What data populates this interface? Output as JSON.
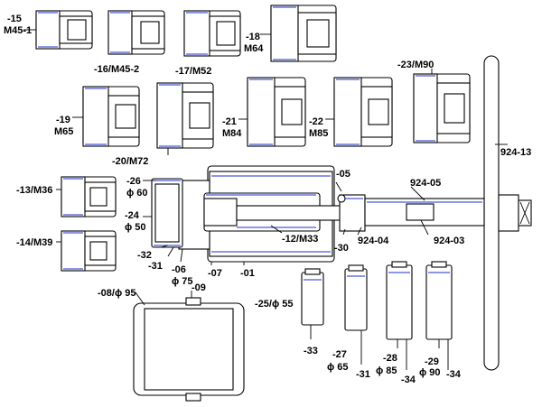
{
  "labels": {
    "p15_a": "-15",
    "p15_b": "M45-1",
    "p16": "-16/M45-2",
    "p17": "-17/M52",
    "p18_a": "-18",
    "p18_b": "M64",
    "p23": "-23/M90",
    "p19_a": "-19",
    "p19_b": "M65",
    "p20": "-20/M72",
    "p21_a": "-21",
    "p21_b": "M84",
    "p22_a": "-22",
    "p22_b": "M85",
    "p924_13": "924-13",
    "p13": "-13/M36",
    "p14": "-14/M39",
    "p26_a": "-26",
    "p26_b": "ϕ 60",
    "p24_a": "-24",
    "p24_b": "ϕ 50",
    "p05": "-05",
    "p924_05": "924-05",
    "p12": "-12/M33",
    "p30": "-30",
    "p924_04": "924-04",
    "p924_03": "924-03",
    "p32": "-32",
    "p31a": "-31",
    "p06_a": "-06",
    "p06_b": "ϕ 75",
    "p07": "-07",
    "p01": "-01",
    "p08": "-08/ϕ 95",
    "p09": "-09",
    "p25": "-25/ϕ 55",
    "p33": "-33",
    "p27_a": "-27",
    "p27_b": "ϕ 65",
    "p31b": "-31",
    "p28_a": "-28",
    "p28_b": "ϕ 85",
    "p34a": "-34",
    "p29_a": "-29",
    "p29_b": "ϕ 90",
    "p34b": "-34"
  },
  "colors": {
    "line": "#000000",
    "accent": "#1e2fc8",
    "background": "#ffffff"
  }
}
